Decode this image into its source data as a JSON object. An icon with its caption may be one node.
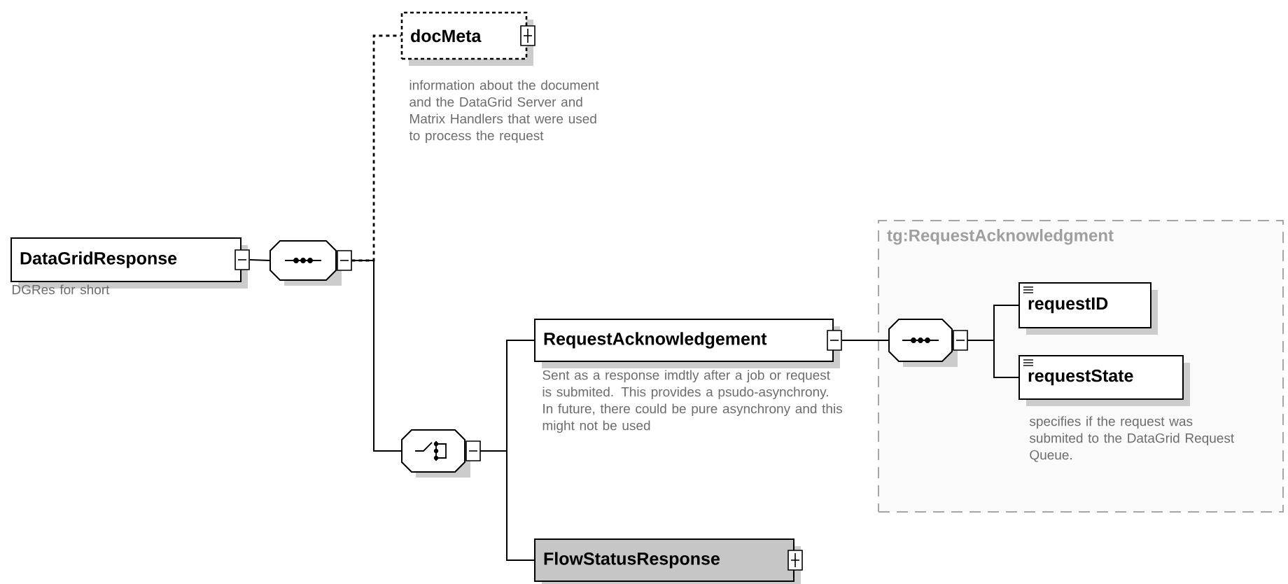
{
  "diagram": {
    "nodes": [
      {
        "text": [
          "DataGridResponse"
        ],
        "beside": [
          "DGRes for short"
        ]
      },
      {
        "text": [],
        "shape": "octagon"
      },
      {
        "text": [
          "docMeta"
        ],
        "beside": [
          "information about the document and the DataGrid Server and Matrix Handlers that were used to process the request"
        ]
      },
      {
        "text": [],
        "shape": "octagon"
      },
      {
        "text": [
          "RequestAcknowledgement"
        ],
        "beside": [
          "Sent as a response imdtly after a job or request is submited. This provides a psudo-asynchrony. In future, there could be pure asynchrony and this might not be used"
        ]
      },
      {
        "text": [
          "FlowStatusResponse"
        ]
      },
      {
        "text": [
          "tg:RequestAcknowledgment"
        ]
      },
      {
        "text": [],
        "shape": "octagon",
        "in": 6
      },
      {
        "text": [
          "requestID"
        ],
        "in": 6
      },
      {
        "text": [
          "requestState"
        ],
        "in": 6,
        "beside": [
          "specifies if the request was submited to the DataGrid Request Queue."
        ]
      }
    ],
    "edges": [
      {
        "from": 0,
        "to": 1,
        "arrow": "none"
      },
      {
        "from": 1,
        "to": 2,
        "arrow": "none",
        "style": "dashed"
      },
      {
        "from": 1,
        "to": 3,
        "arrow": "none"
      },
      {
        "from": 3,
        "to": 4,
        "arrow": "none"
      },
      {
        "from": 3,
        "to": 5,
        "arrow": "none"
      },
      {
        "from": 4,
        "to": 7,
        "arrow": "none"
      },
      {
        "from": 7,
        "to": 8,
        "arrow": "none"
      },
      {
        "from": 7,
        "to": 9,
        "arrow": "none"
      }
    ]
  }
}
